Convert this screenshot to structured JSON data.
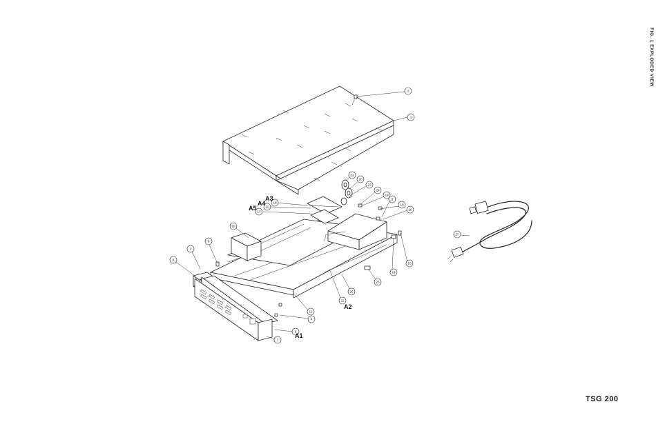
{
  "figure": {
    "title": "FIG. 1 EXPLODED VIEW",
    "model": "TSG 200"
  },
  "assembly_labels": [
    {
      "id": "A1",
      "text": "A1"
    },
    {
      "id": "A2",
      "text": "A2"
    },
    {
      "id": "A3",
      "text": "A3"
    },
    {
      "id": "A4",
      "text": "A4"
    },
    {
      "id": "A5",
      "text": "A5"
    }
  ],
  "callouts": [
    "1",
    "2",
    "3",
    "4",
    "5",
    "6",
    "7",
    "8",
    "9",
    "10",
    "11",
    "12",
    "13",
    "14",
    "15",
    "16",
    "17",
    "18",
    "19",
    "20",
    "21",
    "22",
    "23",
    "24",
    "25",
    "26",
    "27"
  ]
}
